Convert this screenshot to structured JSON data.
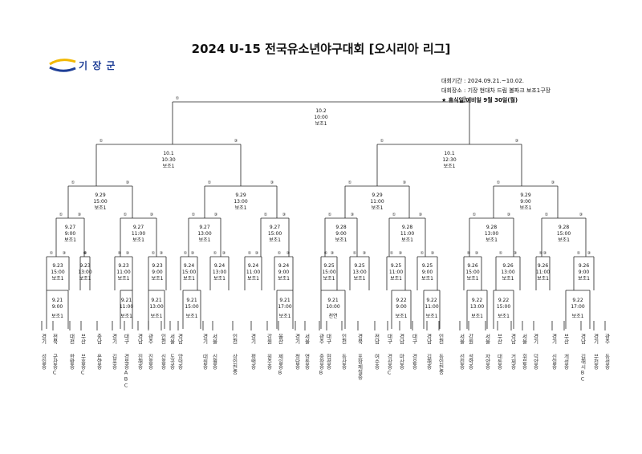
{
  "title": "2024 U-15 전국유소년야구대회 [오시리아 리그]",
  "logo_text": "기 장 군",
  "info": {
    "period": "대회기간 : 2024.09.21.~10.02.",
    "venue": "대회장소 : 기장 현대차 드림 볼파크 보조1구장",
    "note": "★ 휴식일/예비일 9월 30일(월)"
  },
  "final": {
    "date": "10.2",
    "time": "10:00",
    "field": "보조1"
  },
  "semis": [
    {
      "date": "10.1",
      "time": "10:30",
      "field": "보조1"
    },
    {
      "date": "10.1",
      "time": "12:30",
      "field": "보조1"
    }
  ],
  "quarters": [
    {
      "date": "9.29",
      "time": "15:00",
      "field": "보조1"
    },
    {
      "date": "9.29",
      "time": "13:00",
      "field": "보조1"
    },
    {
      "date": "9.29",
      "time": "11:00",
      "field": "보조1"
    },
    {
      "date": "9.29",
      "time": "9:00",
      "field": "보조1"
    }
  ],
  "r16": [
    {
      "date": "9.27",
      "time": "9:00",
      "field": "보조1"
    },
    {
      "date": "9.27",
      "time": "11:00",
      "field": "보조1"
    },
    {
      "date": "9.27",
      "time": "13:00",
      "field": "보조1"
    },
    {
      "date": "9.27",
      "time": "15:00",
      "field": "보조1"
    },
    {
      "date": "9.28",
      "time": "9:00",
      "field": "보조1"
    },
    {
      "date": "9.28",
      "time": "11:00",
      "field": "보조1"
    },
    {
      "date": "9.28",
      "time": "13:00",
      "field": "보조1"
    },
    {
      "date": "9.28",
      "time": "15:00",
      "field": "보조1"
    }
  ],
  "r32": [
    {
      "date": "9.23",
      "time": "15:00",
      "field": "보조1"
    },
    {
      "date": "9.23",
      "time": "13:00",
      "field": "보조1"
    },
    {
      "date": "9.23",
      "time": "11:00",
      "field": "보조1"
    },
    {
      "date": "9.23",
      "time": "9:00",
      "field": "보조1"
    },
    {
      "date": "9.24",
      "time": "15:00",
      "field": "보조1"
    },
    {
      "date": "9.24",
      "time": "13:00",
      "field": "보조1"
    },
    {
      "date": "9.24",
      "time": "11:00",
      "field": "보조1"
    },
    {
      "date": "9.24",
      "time": "9:00",
      "field": "보조1"
    },
    {
      "date": "9.25",
      "time": "15:00",
      "field": "보조1"
    },
    {
      "date": "9.25",
      "time": "13:00",
      "field": "보조1"
    },
    {
      "date": "9.25",
      "time": "11:00",
      "field": "보조1"
    },
    {
      "date": "9.25",
      "time": "9:00",
      "field": "보조1"
    },
    {
      "date": "9.26",
      "time": "15:00",
      "field": "보조1"
    },
    {
      "date": "9.26",
      "time": "13:00",
      "field": "보조1"
    },
    {
      "date": "9.26",
      "time": "11:00",
      "field": "보조1"
    },
    {
      "date": "9.26",
      "time": "9:00",
      "field": "보조1"
    }
  ],
  "r64": [
    {
      "date": "9.21",
      "time": "9:00",
      "field": "보조1"
    },
    {
      "date": "9.21",
      "time": "11:00",
      "field": "보조1"
    },
    {
      "date": "9.21",
      "time": "13:00",
      "field": "보조1"
    },
    {
      "date": "9.21",
      "time": "15:00",
      "field": "보조1"
    },
    {
      "date": "9.21",
      "time": "17:00",
      "field": "보조1"
    },
    {
      "date": "9.21",
      "time": "10:00",
      "field": "천연"
    },
    {
      "date": "9.22",
      "time": "9:00",
      "field": "보조1"
    },
    {
      "date": "9.22",
      "time": "11:00",
      "field": "보조1"
    },
    {
      "date": "9.22",
      "time": "13:00",
      "field": "보조1"
    },
    {
      "date": "9.22",
      "time": "15:00",
      "field": "보조1"
    },
    {
      "date": "9.22",
      "time": "17:00",
      "field": "보조1"
    }
  ],
  "teams": [
    {
      "region": "경기",
      "school": "성일중"
    },
    {
      "region": "전북",
      "school": "군산중C"
    },
    {
      "region": "대전",
      "school": "한밭중"
    },
    {
      "region": "부산",
      "school": "부흥중C"
    },
    {
      "region": "충남",
      "school": "온양중"
    },
    {
      "region": "경기",
      "school": "김포중"
    },
    {
      "region": "대구",
      "school": "경복중ABC"
    },
    {
      "region": "경남",
      "school": "진해중"
    },
    {
      "region": "광주",
      "school": "진흥중"
    },
    {
      "region": "인천",
      "school": "신흥중"
    },
    {
      "region": "서울",
      "school": "도곡중"
    },
    {
      "region": "경남",
      "school": "양덕중"
    },
    {
      "region": "경기",
      "school": "대원중"
    },
    {
      "region": "서울",
      "school": "신월중"
    },
    {
      "region": "인천",
      "school": "상인천중"
    },
    {
      "region": "경기",
      "school": "평택중"
    },
    {
      "region": "강원",
      "school": "원주중"
    },
    {
      "region": "울산",
      "school": "제일중B"
    },
    {
      "region": "경기",
      "school": "청담중"
    },
    {
      "region": "서울",
      "school": "영동중"
    },
    {
      "region": "광주",
      "school": "충장중B"
    },
    {
      "region": "대구",
      "school": "협성중"
    },
    {
      "region": "인천",
      "school": "동산중"
    },
    {
      "region": "경북",
      "school": "포항제철중"
    },
    {
      "region": "전남",
      "school": "여수중"
    },
    {
      "region": "대구",
      "school": "경상중C"
    },
    {
      "region": "경남",
      "school": "마산중"
    },
    {
      "region": "대구",
      "school": "경운중"
    },
    {
      "region": "경남",
      "school": "김해중"
    },
    {
      "region": "인천",
      "school": "동인천중"
    },
    {
      "region": "서울",
      "school": "선린중"
    },
    {
      "region": "강원",
      "school": "설악중"
    },
    {
      "region": "서울",
      "school": "자양중"
    },
    {
      "region": "부산",
      "school": "대동중"
    },
    {
      "region": "경남",
      "school": "거제중"
    },
    {
      "region": "서울",
      "school": "휘문중"
    },
    {
      "region": "경기",
      "school": "덕양중"
    },
    {
      "region": "경기",
      "school": "신일중"
    },
    {
      "region": "부산",
      "school": "개성중"
    },
    {
      "region": "경남",
      "school": "김해시BC"
    },
    {
      "region": "경기",
      "school": "부천중"
    },
    {
      "region": "광주",
      "school": "동성중"
    }
  ],
  "seeds": {
    "a": "①",
    "b": "③",
    "c": "⑤",
    "d": "⑦"
  }
}
